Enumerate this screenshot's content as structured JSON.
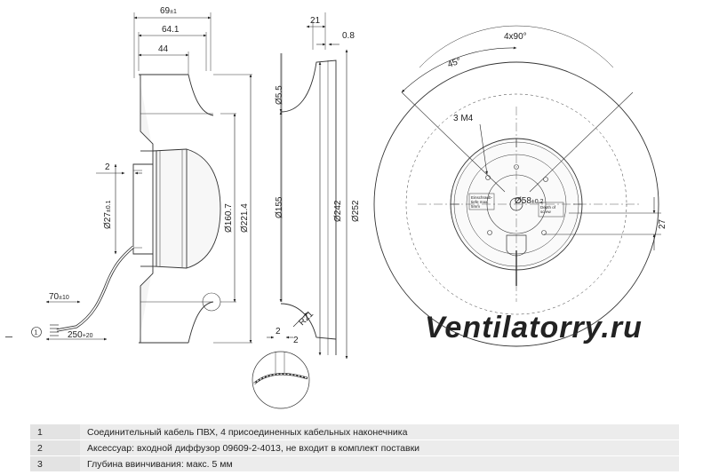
{
  "dimensions": {
    "d69": "69",
    "d69_tol": "±1",
    "d64": "64.1",
    "d44": "44",
    "d2_left": "2",
    "d27": "Ø27",
    "d27_tol": "±0.1",
    "d160": "Ø160.7",
    "d221": "Ø221.4",
    "d70": "70",
    "d70_tol": "±10",
    "d250": "250",
    "d250_tol": "+20",
    "d21": "21",
    "d08": "0.8",
    "d55": "Ø5.5",
    "d155": "Ø155",
    "d242": "Ø242",
    "d252": "Ø252",
    "dR21": "R21",
    "d2_a": "2",
    "d2_b": "2",
    "d4x90": "4x90°",
    "d45": "45°",
    "d3m4": "3 M4",
    "d58": "Ø58",
    "d58_tol": "±0.2",
    "d27r": "27",
    "callout1": "1"
  },
  "labels": {
    "warning_a": "Einschraub-",
    "warning_b": "tiefe max.",
    "warning_c": "5mm",
    "depth_a": "Depth of",
    "depth_b": "screw"
  },
  "watermark": "Ventilatorry.ru",
  "notes": [
    {
      "num": "1",
      "text": "Соединительный кабель ПВХ, 4 присоединенных кабельных наконечника"
    },
    {
      "num": "2",
      "text": "Аксессуар: входной диффузор 09609-2-4013, не входит в комплект поставки"
    },
    {
      "num": "3",
      "text": "Глубина ввинчивания: макс. 5 мм"
    }
  ]
}
